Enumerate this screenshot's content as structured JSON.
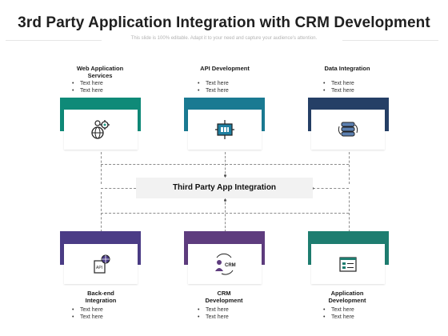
{
  "header": {
    "title": "3rd Party Application Integration with CRM Development",
    "subtitle": "This slide is 100% editable. Adapt it to your need and capture your audience's attention."
  },
  "center": {
    "label": "Third Party App Integration"
  },
  "top": [
    {
      "label": "Web Application\nServices",
      "bullets": [
        "Text here",
        "Text here"
      ],
      "color": "#0f8a78",
      "icon": "gears-globe-icon"
    },
    {
      "label": "API Development",
      "bullets": [
        "Text here",
        "Text here"
      ],
      "color": "#1a7a92",
      "icon": "api-chip-icon"
    },
    {
      "label": "Data Integration",
      "bullets": [
        "Text here",
        "Text here"
      ],
      "color": "#253f66",
      "icon": "database-sync-icon"
    }
  ],
  "bottom": [
    {
      "label": "Back-end\nIntegration",
      "bullets": [
        "Text here",
        "Text here"
      ],
      "color": "#4b3c86",
      "icon": "api-document-globe-icon"
    },
    {
      "label": "CRM\nDevelopment",
      "bullets": [
        "Text here",
        "Text here"
      ],
      "color": "#5e3c7e",
      "icon": "crm-user-icon",
      "icon_text": "CRM"
    },
    {
      "label": "Application\nDevelopment",
      "bullets": [
        "Text here",
        "Text here"
      ],
      "color": "#1e7d70",
      "icon": "app-window-icon"
    }
  ]
}
